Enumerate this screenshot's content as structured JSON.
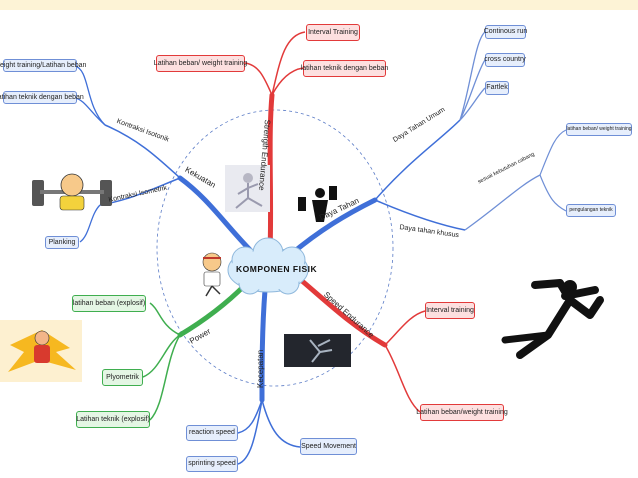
{
  "center": "KOMPONEN FISIK",
  "branches": {
    "kekuatan": "Kekuatan",
    "strength_endurance": "Strength Endurance",
    "daya_tahan": "Daya Tahan",
    "speed_endurance": "Speed Endurance",
    "kecepatan": "Kecepatan",
    "power": "Power"
  },
  "sub": {
    "kontraksi_isotonik": "Kontraksi Isotonik",
    "kontraksi_isometrik": "Kontraksi Isometrik",
    "daya_tahan_umum": "Daya Tahan Umum",
    "daya_tahan_khusus": "Daya tahan khusus",
    "sesuai_kebutuhan": "sesuai kebutuhan cabang"
  },
  "boxes": {
    "weight_training": "Weight training/Latihan beban",
    "latihan_teknik_beban_1": "latihan teknik dengan beban",
    "planking": "Planking",
    "latihan_beban_weight": "Latihan beban/ weight training",
    "interval_training_top": "Interval Training",
    "latihan_teknik_beban_2": "latihan teknik dengan beban",
    "continous_run": "Continous run",
    "cross_country": "cross country",
    "fartlek": "Fartlek",
    "latihan_beban_weight_2": "latihan beban/ weight training",
    "pengulangan_teknik": "pengulangan teknik",
    "interval_training_right": "Interval training",
    "latihan_beban_weight_3": "Latihan beban/weight training",
    "latihan_beban_explosif": "latihan beban (explosif)",
    "plyometrik": "Plyometrik",
    "latihan_teknik_explosif": "Latihan teknik (explosif)",
    "reaction_speed": "reaction speed",
    "sprinting_speed": "sprinting speed",
    "speed_movement": "Speed Movement"
  },
  "colors": {
    "red": "#e23a3a",
    "blue": "#3f6fd8",
    "light_blue": "#6f8fd6",
    "green": "#3fae4f",
    "topbar": "#fdf3d6"
  },
  "icons": [
    "weightlifter-cartoon-icon",
    "stretching-athlete-photo-icon",
    "dumbbell-lifter-icon",
    "karate-kid-cartoon-icon",
    "superhero-cartoon-icon",
    "sprinter-photo-icon",
    "runner-silhouette-icon"
  ]
}
